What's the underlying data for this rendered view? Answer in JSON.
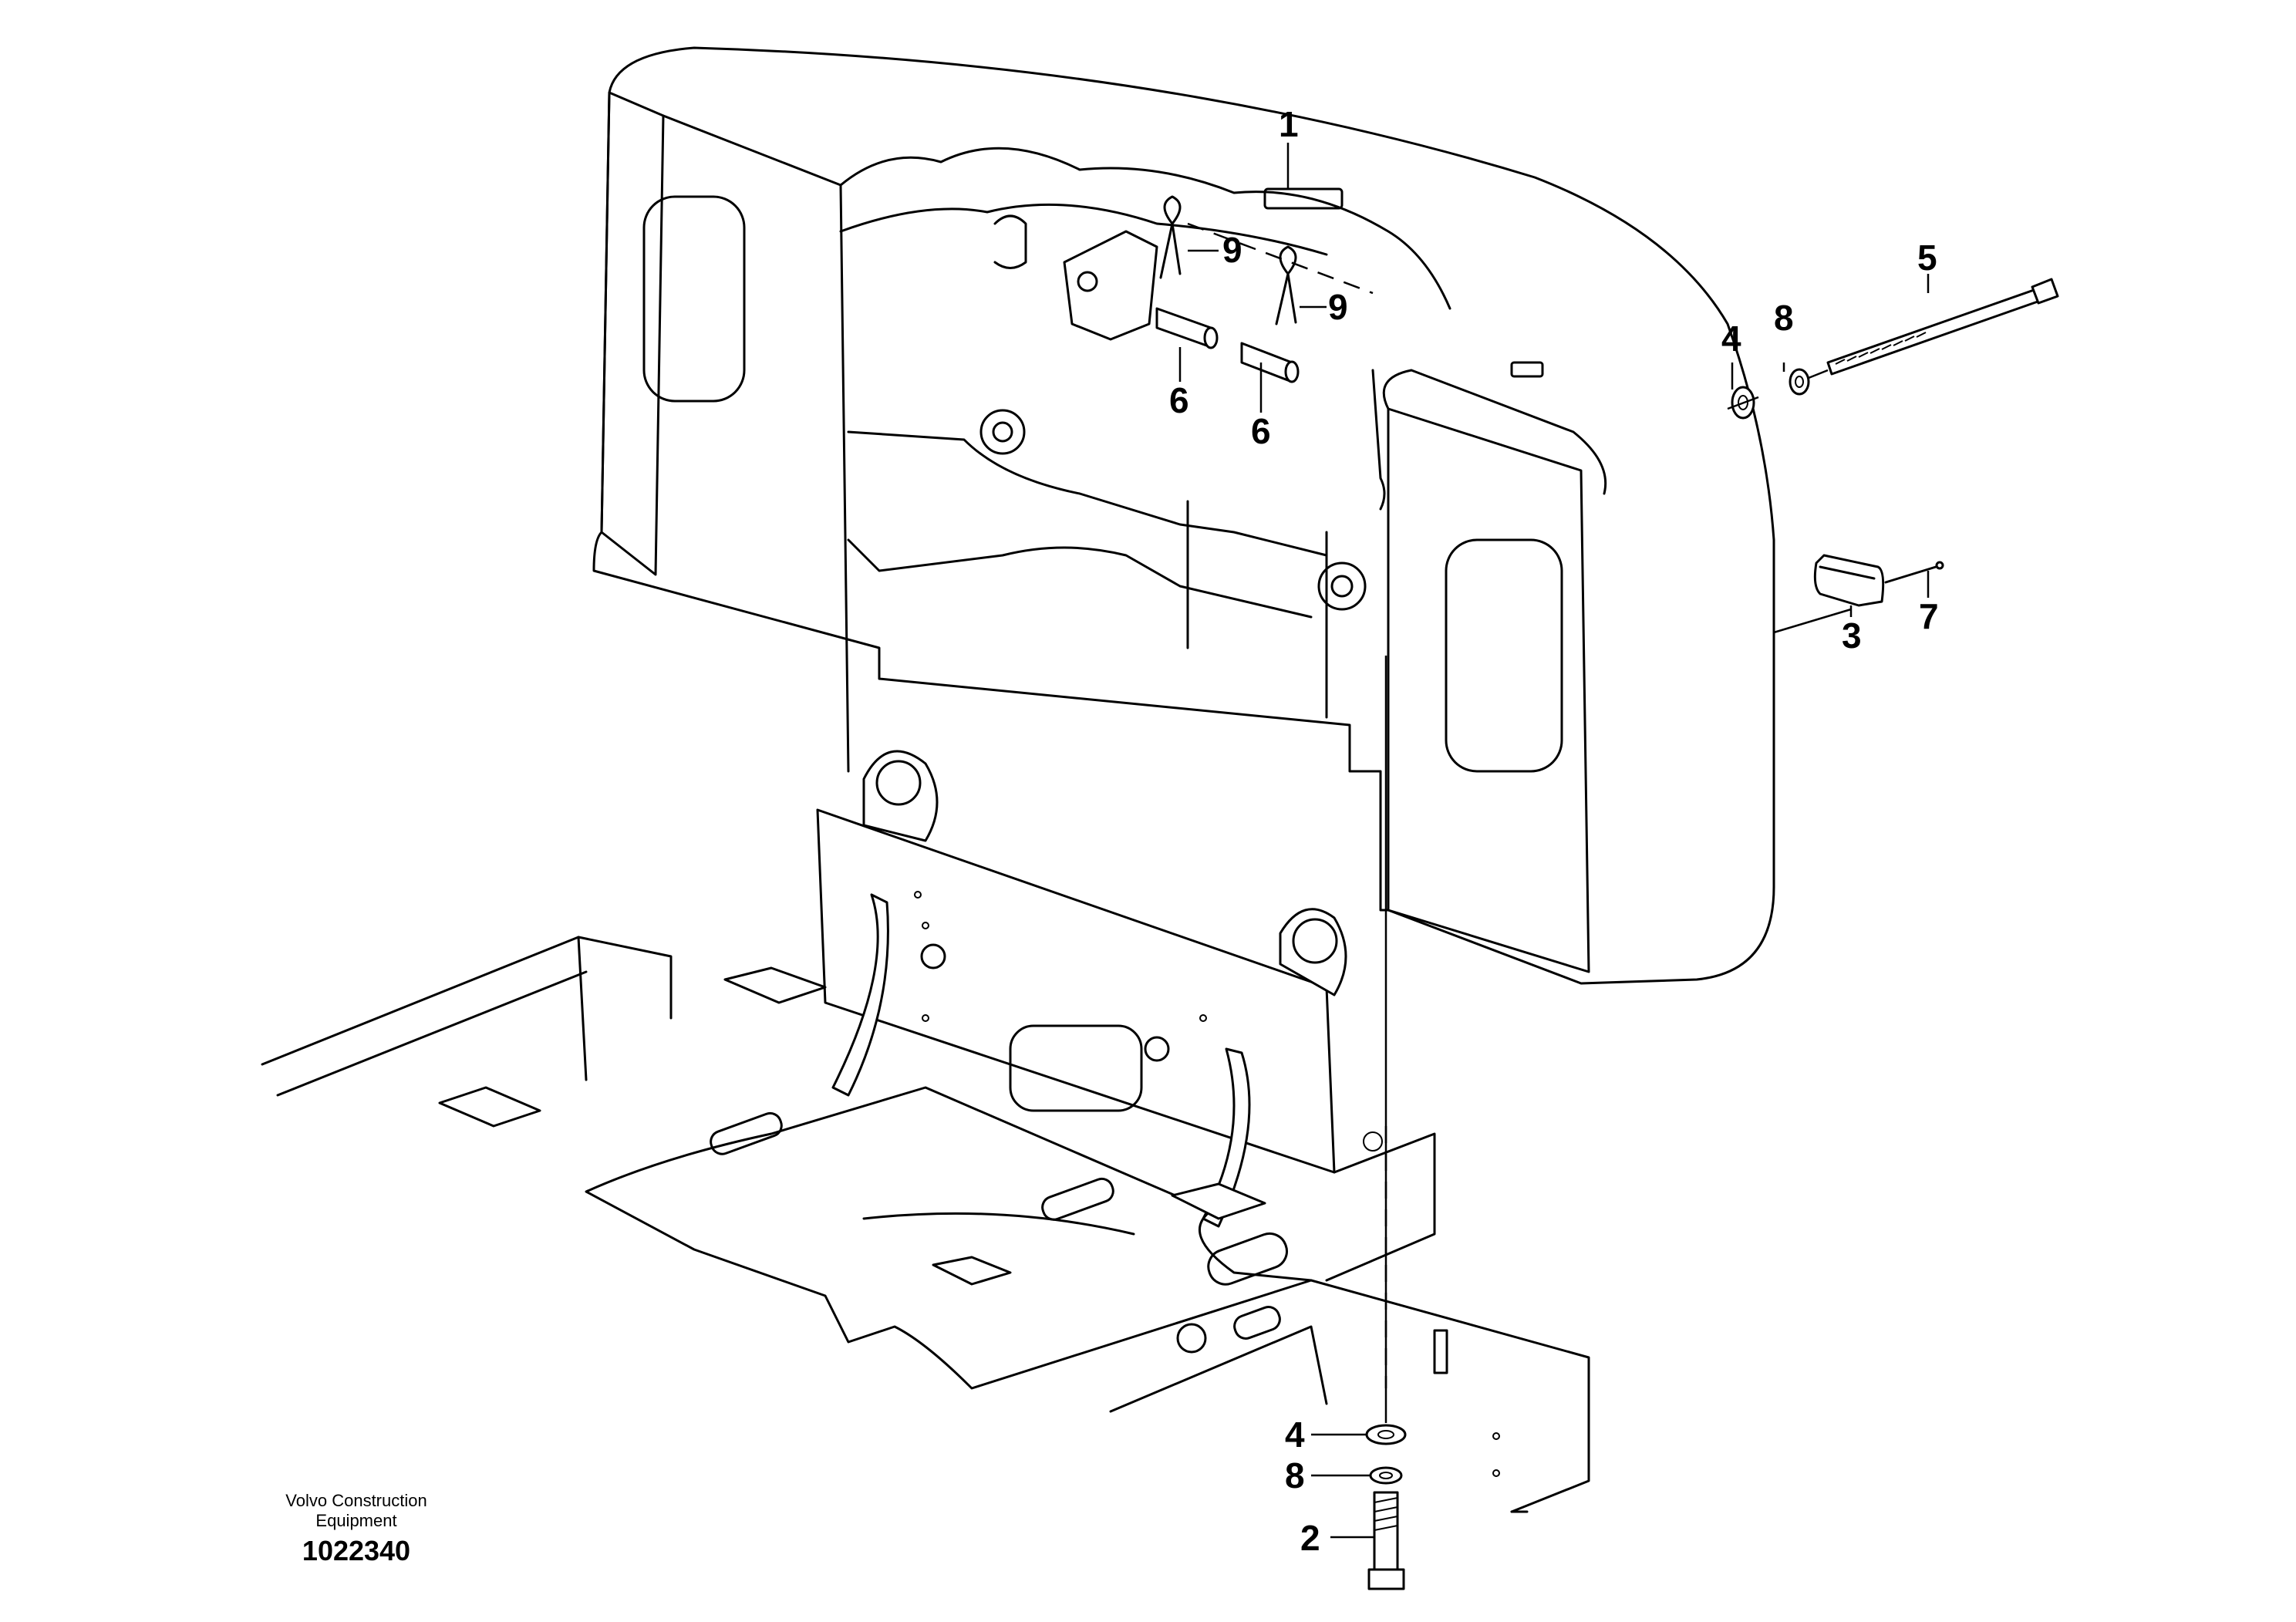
{
  "diagram": {
    "brand_line1": "Volvo Construction",
    "brand_line2": "Equipment",
    "drawing_number": "1022340",
    "callouts": {
      "c1": "1",
      "c2": "2",
      "c3": "3",
      "c4a": "4",
      "c4b": "4",
      "c5": "5",
      "c6a": "6",
      "c6b": "6",
      "c7": "7",
      "c8a": "8",
      "c8b": "8",
      "c9a": "9",
      "c9b": "9"
    }
  }
}
